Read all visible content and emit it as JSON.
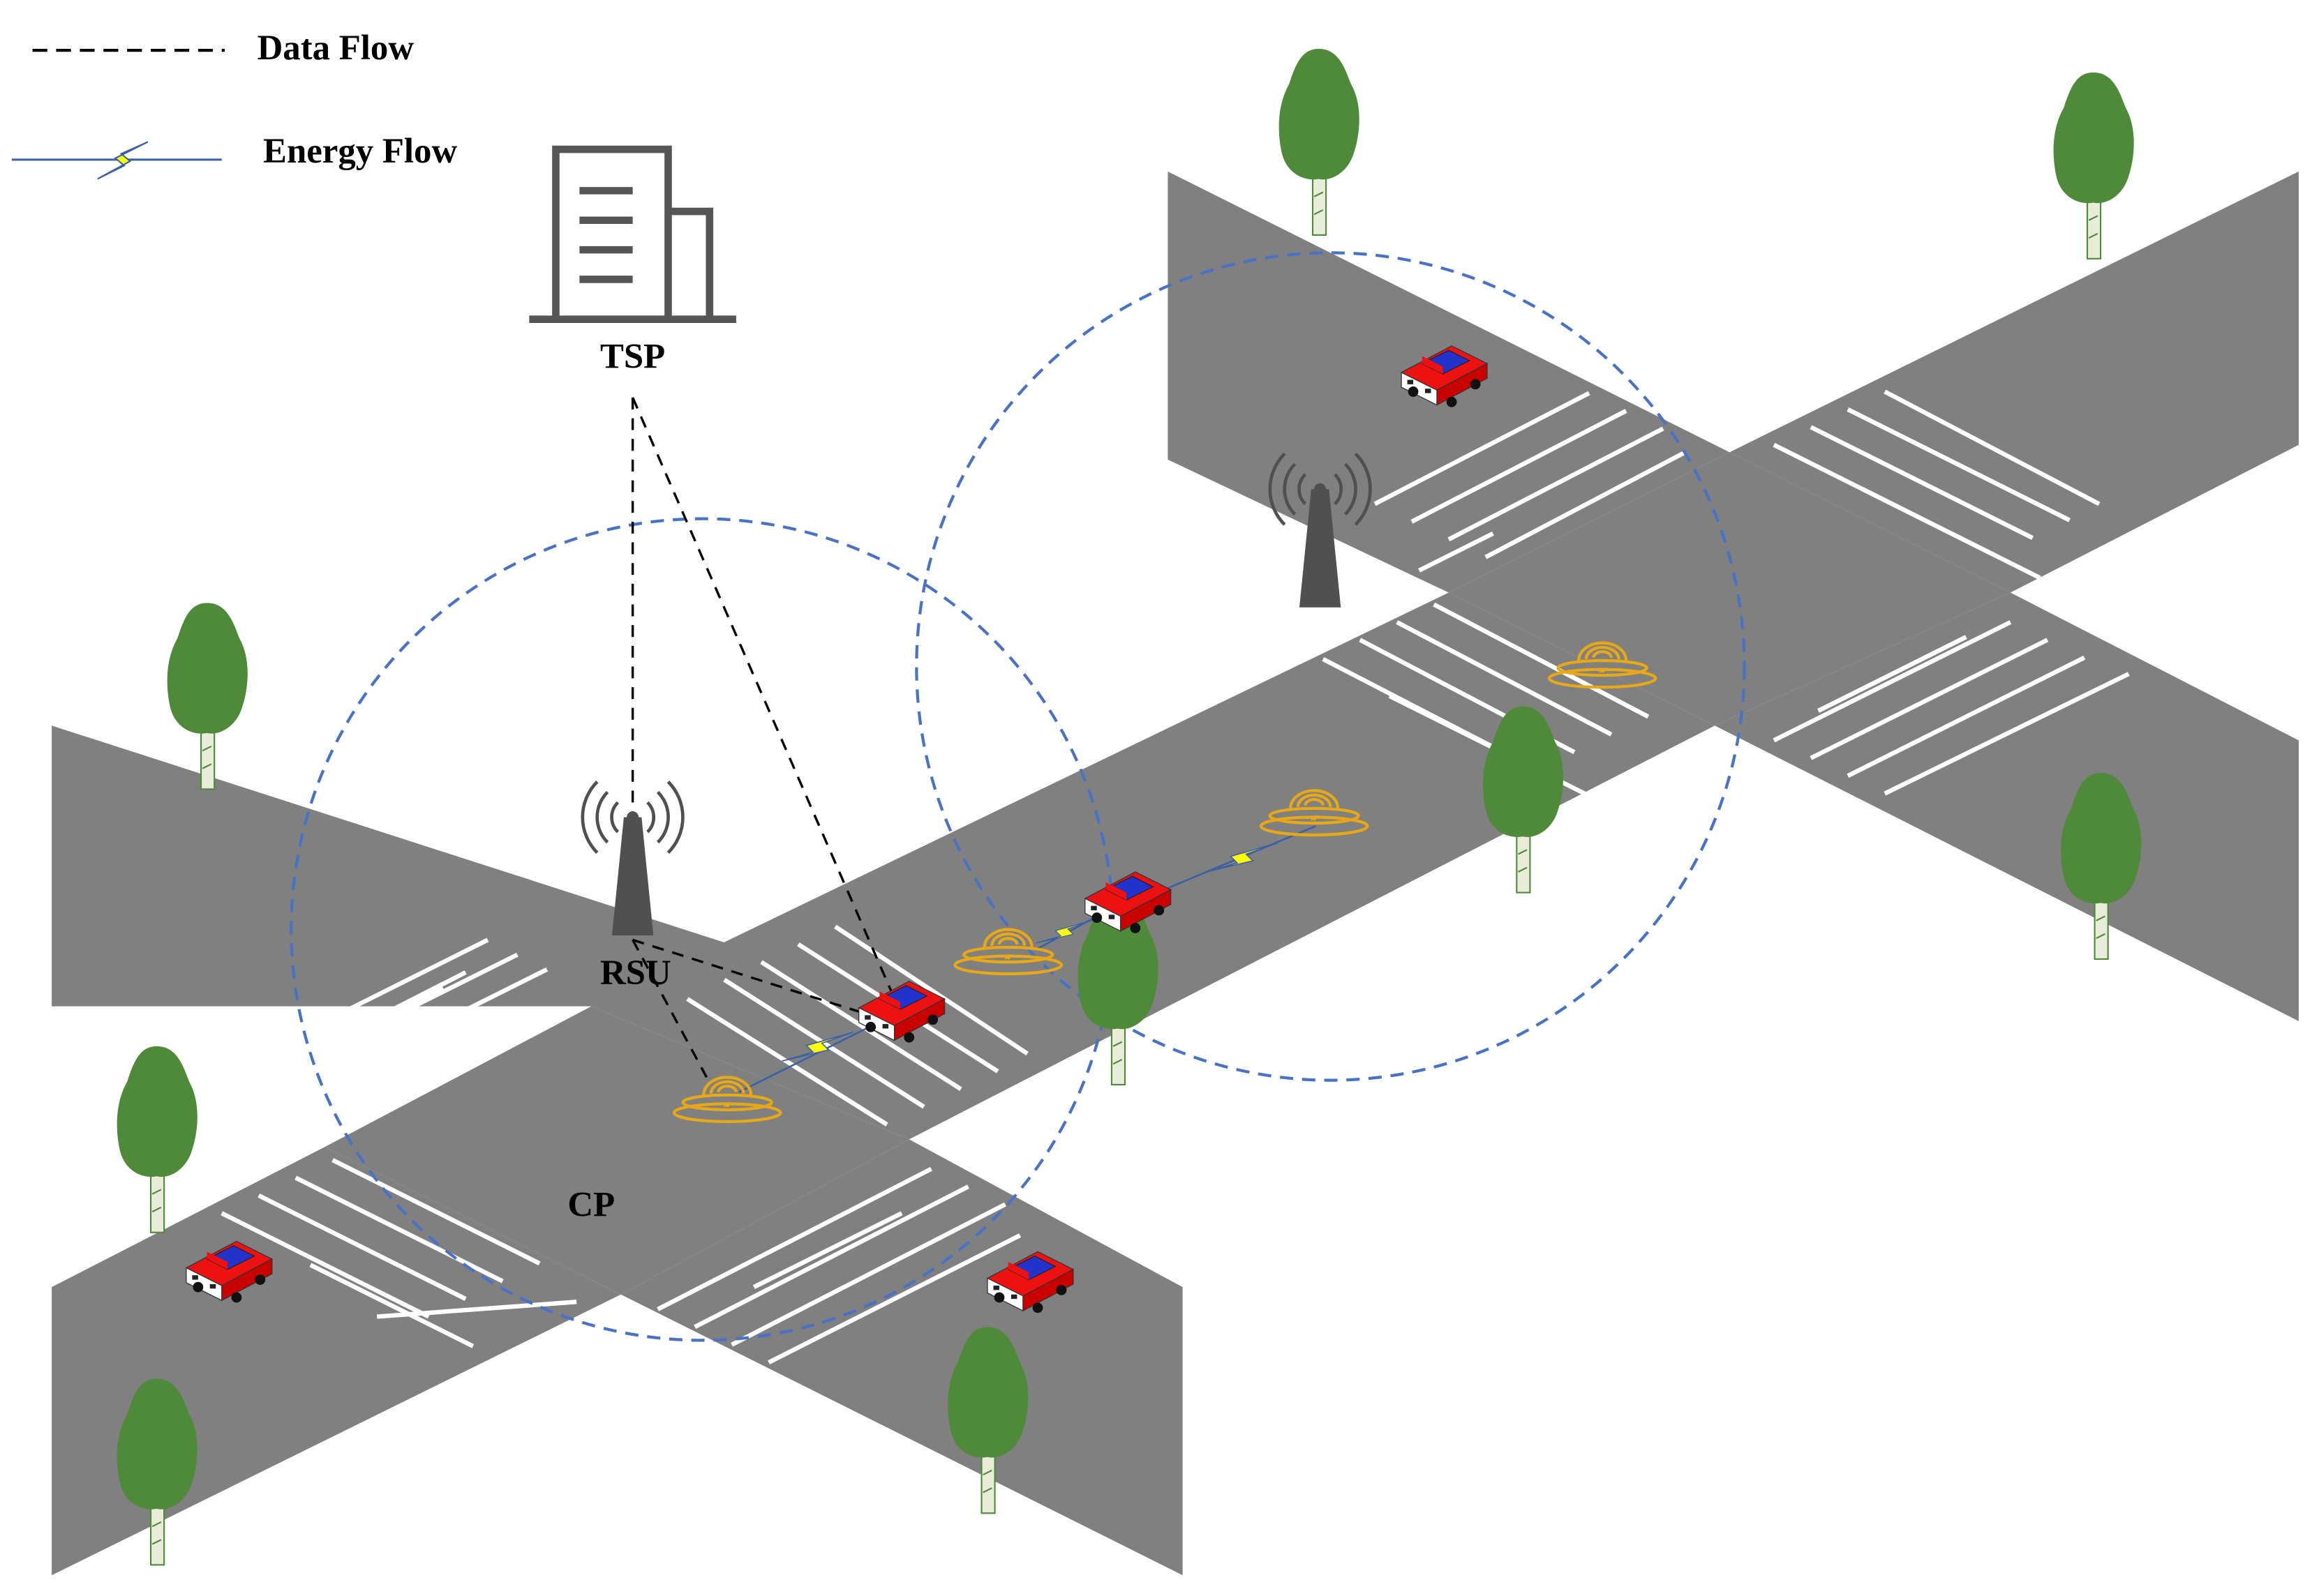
{
  "legend": {
    "data_flow_label": "Data Flow",
    "energy_flow_label": "Energy Flow"
  },
  "labels": {
    "tsp": "TSP",
    "rsu": "RSU",
    "cp": "CP"
  },
  "colors": {
    "road": "#808080",
    "crosswalk": "#ffffff",
    "coverage_circle": "#4a72c4",
    "data_flow": "#000000",
    "energy_bolt_fill": "#ffff00",
    "energy_bolt_stroke": "#3a5fa8",
    "charging_pad": "#e6a817",
    "tower": "#505050",
    "tree_canopy": "#4e8a3a",
    "tree_trunk": "#e8ecd8",
    "car_body": "#ee1111",
    "car_roof": "#2233cc",
    "building": "#555555"
  }
}
